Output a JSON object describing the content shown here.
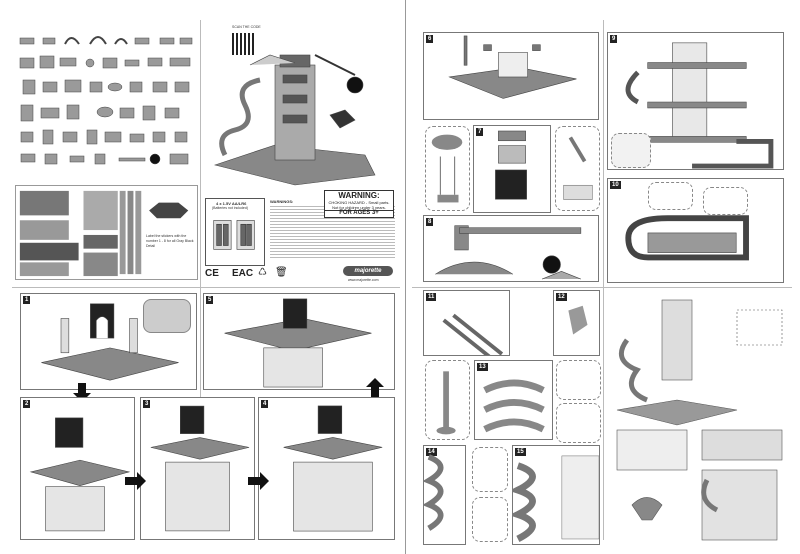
{
  "cover": {
    "scan_label": "SCAN THE CODE",
    "battery_text": "4 x 1.5V AA/LR6",
    "battery_note": "(Batteries not included)",
    "warning_title": "WARNING:",
    "warning_line1": "CHOKING HAZARD - Small parts.",
    "warning_line2": "Not for children under 3 years.",
    "age": "FOR AGES 3+",
    "warnings_heading": "WARNINGS:",
    "sticker_note": "Label the stickers with the number 1 - 8 for all Gray Black Detail",
    "brand": "majorette",
    "website": "www.majorette.com",
    "marks": [
      "CE",
      "EAC"
    ]
  },
  "steps": [
    "1",
    "2",
    "3",
    "4",
    "5",
    "6",
    "7",
    "8",
    "9",
    "10",
    "11",
    "12",
    "13",
    "14",
    "15"
  ],
  "colors": {
    "part": "#8a8a8a",
    "dark": "#2a2a2a",
    "light": "#d6d6d6"
  }
}
